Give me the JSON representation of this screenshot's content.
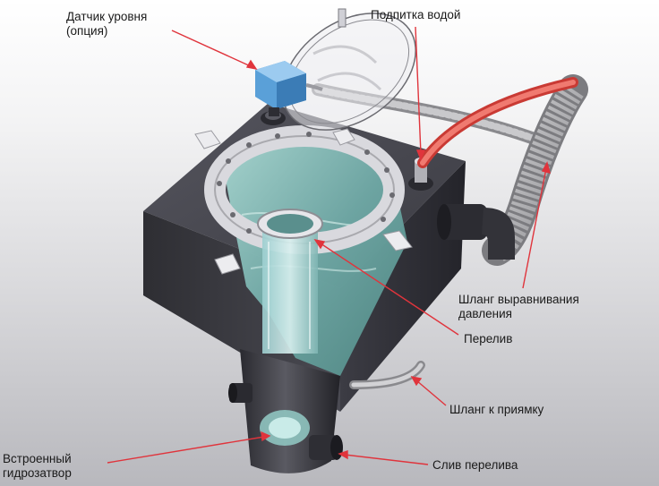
{
  "labels": {
    "level_sensor": [
      "Датчик уровня",
      "(опция)"
    ],
    "water_feed": [
      "Подпитка водой"
    ],
    "pressure_hose": [
      "Шланг выравнивания",
      "давления"
    ],
    "overflow": [
      "Перелив"
    ],
    "sump_hose": [
      "Шланг к приямку"
    ],
    "water_seal": [
      "Встроенный",
      "гидрозатвор"
    ],
    "overflow_drain": [
      "Слив перелива"
    ]
  },
  "colors": {
    "leader_line": "#e0343c",
    "tank_body": "#3a3a40",
    "water": "#8fc4c0",
    "hose_red": "#e85a50",
    "sensor_blue": "#5aa0d8"
  }
}
